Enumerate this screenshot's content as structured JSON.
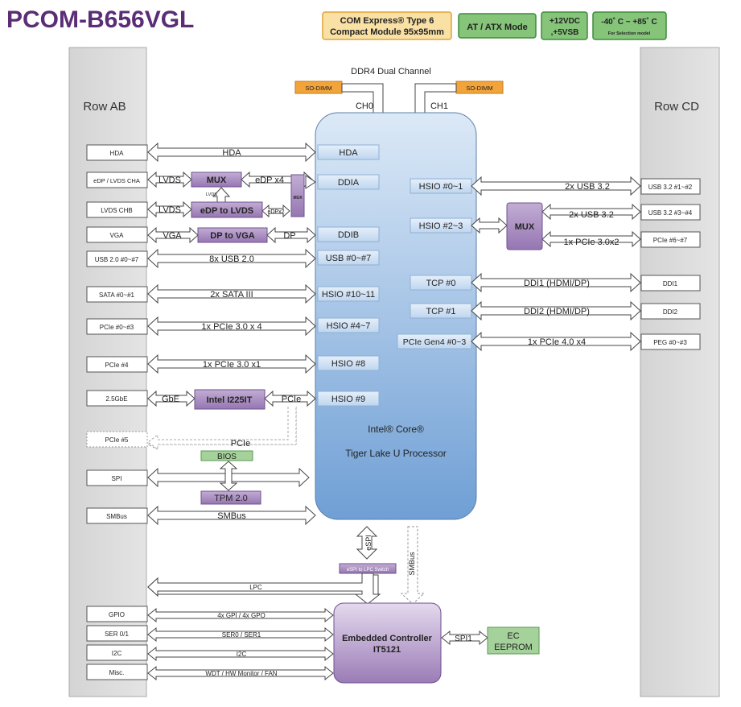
{
  "title": "PCOM-B656VGL",
  "badges": {
    "form_line1": "COM Express® Type 6",
    "form_line2": "Compact Module 95x95mm",
    "mode": "AT / ATX  Mode",
    "power_line1": "+12VDC",
    "power_line2": ",+5VSB",
    "temp_line1": "-40˚ C ~ +85˚ C",
    "temp_line2": "For Selection model"
  },
  "rows": {
    "ab": "Row AB",
    "cd": "Row CD"
  },
  "memory": {
    "title": "DDR4 Dual Channel",
    "sodimm": "SO-DIMM",
    "ch0": "CH0",
    "ch1": "CH1"
  },
  "cpu": {
    "line1": "Intel® Core®",
    "line2": "Tiger Lake U Processor"
  },
  "left_pins": {
    "hda": "HDA",
    "edp_lvds": "eDP / LVDS CHA",
    "lvds_chb": "LVDS CHB",
    "vga": "VGA",
    "usb20": "USB 2.0 #0~#7",
    "sata": "SATA #0~#1",
    "pcie03": "PCIe #0~#3",
    "pcie4": "PCIe #4",
    "gbe": "2.5GbE",
    "pcie5": "PCIe #5",
    "spi": "SPI",
    "smbus": "SMBus",
    "gpio": "GPIO",
    "ser": "SER 0/1",
    "i2c": "I2C",
    "misc": "Misc."
  },
  "right_pins": {
    "usb32_12": "USB 3.2 #1~#2",
    "usb32_34": "USB 3.2 #3~#4",
    "pcie67": "PCIe #6~#7",
    "ddi1": "DDI1",
    "ddi2": "DDI2",
    "peg": "PEG #0~#3"
  },
  "cpu_ports": {
    "hda": "HDA",
    "ddia": "DDIA",
    "ddib": "DDIB",
    "usb": "USB #0~#7",
    "hsio1011": "HSIO #10~11",
    "hsio47": "HSIO #4~7",
    "hsio8": "HSIO #8",
    "hsio9": "HSIO #9",
    "hsio01": "HSIO #0~1",
    "hsio23": "HSIO #2~3",
    "tcp0": "TCP #0",
    "tcp1": "TCP #1",
    "pcie_gen4": "PCIe Gen4 #0~3"
  },
  "labels": {
    "hda": "HDA",
    "lvds": "LVDS",
    "edp_x4": "eDP x4",
    "lvds_small": "LVDS",
    "edpx2": "eDPx2",
    "vga": "VGA",
    "dp": "DP",
    "usb20": "8x USB 2.0",
    "sata": "2x SATA III",
    "pcie_x4": "1x PCIe 3.0 x 4",
    "pcie_x1": "1x PCIe 3.0 x1",
    "gbe": "GbE",
    "pcie": "PCIe",
    "pcie5_line": "PCIe",
    "smbus": "SMBus",
    "usb32_a": "2x USB 3.2",
    "usb32_b": "2x USB 3.2",
    "pcie30x2": "1x PCIe 3.0x2",
    "ddi1": "DDI1 (HDMI/DP)",
    "ddi2": "DDI2 (HDMI/DP)",
    "pcie40x4": "1x PCIe 4.0 x4",
    "espi": "eSPI",
    "smbus_v": "SMBus",
    "lpc": "LPC",
    "gpio": "4x GPI / 4x GPO",
    "ser": "SER0 / SER1",
    "i2c": "I2C",
    "wdt": "WDT / HW Monitor / FAN",
    "spi1": "SPI1"
  },
  "chips": {
    "mux": "MUX",
    "mux_small": "MUX",
    "edp_to_lvds": "eDP to LVDS",
    "dp_to_vga": "DP to VGA",
    "i225": "Intel I225IT",
    "bios": "BIOS",
    "tpm": "TPM 2.0",
    "mux_right": "MUX",
    "espi_switch": "eSPI to LPC Switch",
    "ec_line1": "Embedded Controller",
    "ec_line2": "IT5121",
    "eeprom_line1": "EC",
    "eeprom_line2": "EEPROM"
  },
  "colors": {
    "title": "#5a2d76",
    "chip": "#a184bb",
    "green": "#7fbf74",
    "orange": "#f2a43a",
    "badge_yellow": "#f9e1a6",
    "cpu_top": "#d6e6f6",
    "cpu_bottom": "#6e9fd6"
  }
}
